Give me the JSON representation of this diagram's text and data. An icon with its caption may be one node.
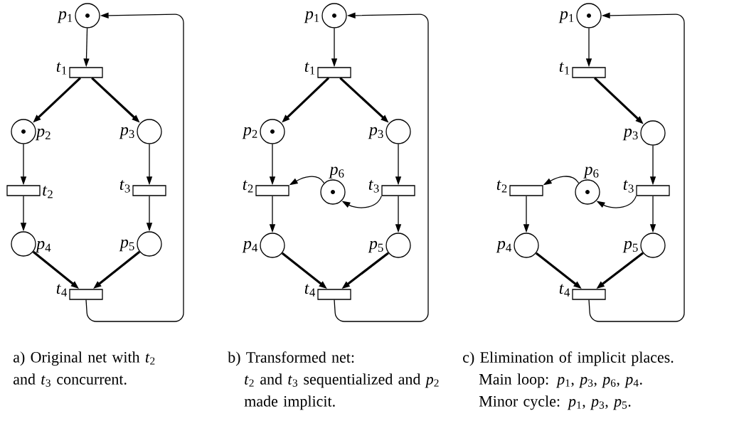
{
  "diagram": {
    "nodes": [
      {
        "text": [
          "*p*$_{1}$"
        ]
      },
      {
        "text": [
          "*t*$_{1}$"
        ]
      },
      {
        "text": [
          "*p*$_{2}$"
        ]
      },
      {
        "text": [
          "*p*$_{3}$"
        ]
      },
      {
        "text": [
          "*t*$_{2}$"
        ]
      },
      {
        "text": [
          "*t*$_{3}$"
        ]
      },
      {
        "text": [
          "*p*$_{4}$"
        ]
      },
      {
        "text": [
          "*p*$_{5}$"
        ]
      },
      {
        "text": [
          "*t*$_{4}$"
        ]
      },
      {
        "text": [
          "*p*$_{1}$"
        ]
      },
      {
        "text": [
          "*t*$_{1}$"
        ]
      },
      {
        "text": [
          "*p*$_{2}$"
        ]
      },
      {
        "text": [
          "*p*$_{3}$"
        ]
      },
      {
        "text": [
          "*t*$_{2}$"
        ]
      },
      {
        "text": [
          "*p*$_{6}$"
        ]
      },
      {
        "text": [
          "*t*$_{3}$"
        ]
      },
      {
        "text": [
          "*p*$_{4}$"
        ]
      },
      {
        "text": [
          "*p*$_{5}$"
        ]
      },
      {
        "text": [
          "*t*$_{4}$"
        ]
      },
      {
        "text": [
          "*p*$_{1}$"
        ]
      },
      {
        "text": [
          "*t*$_{1}$"
        ]
      },
      {
        "text": [
          "*p*$_{3}$"
        ]
      },
      {
        "text": [
          "*t*$_{2}$"
        ]
      },
      {
        "text": [
          "*p*$_{6}$"
        ]
      },
      {
        "text": [
          "*t*$_{3}$"
        ]
      },
      {
        "text": [
          "*p*$_{4}$"
        ]
      },
      {
        "text": [
          "*p*$_{5}$"
        ]
      },
      {
        "text": [
          "*t*$_{4}$"
        ]
      }
    ],
    "edges": [
      {
        "from": 0,
        "to": 1,
        "arrow": "to"
      },
      {
        "from": 1,
        "to": 2,
        "arrow": "to",
        "style": "thick"
      },
      {
        "from": 1,
        "to": 3,
        "arrow": "to",
        "style": "thick"
      },
      {
        "from": 2,
        "to": 4,
        "arrow": "to"
      },
      {
        "from": 3,
        "to": 5,
        "arrow": "to"
      },
      {
        "from": 4,
        "to": 6,
        "arrow": "to"
      },
      {
        "from": 5,
        "to": 7,
        "arrow": "to"
      },
      {
        "from": 6,
        "to": 8,
        "arrow": "to",
        "style": "thick"
      },
      {
        "from": 7,
        "to": 8,
        "arrow": "to",
        "style": "thick"
      },
      {
        "from": 8,
        "to": 0,
        "arrow": "to"
      },
      {
        "from": 9,
        "to": 10,
        "arrow": "to"
      },
      {
        "from": 10,
        "to": 11,
        "arrow": "to",
        "style": "thick"
      },
      {
        "from": 10,
        "to": 12,
        "arrow": "to",
        "style": "thick"
      },
      {
        "from": 11,
        "to": 13,
        "arrow": "to"
      },
      {
        "from": 12,
        "to": 15,
        "arrow": "to"
      },
      {
        "from": 14,
        "to": 13,
        "arrow": "to"
      },
      {
        "from": 15,
        "to": 14,
        "arrow": "to"
      },
      {
        "from": 13,
        "to": 16,
        "arrow": "to"
      },
      {
        "from": 15,
        "to": 17,
        "arrow": "to"
      },
      {
        "from": 16,
        "to": 18,
        "arrow": "to",
        "style": "thick"
      },
      {
        "from": 17,
        "to": 18,
        "arrow": "to",
        "style": "thick"
      },
      {
        "from": 18,
        "to": 9,
        "arrow": "to"
      },
      {
        "from": 19,
        "to": 20,
        "arrow": "to"
      },
      {
        "from": 20,
        "to": 21,
        "arrow": "to",
        "style": "thick"
      },
      {
        "from": 21,
        "to": 24,
        "arrow": "to"
      },
      {
        "from": 23,
        "to": 22,
        "arrow": "to"
      },
      {
        "from": 24,
        "to": 23,
        "arrow": "to"
      },
      {
        "from": 22,
        "to": 25,
        "arrow": "to"
      },
      {
        "from": 24,
        "to": 26,
        "arrow": "to"
      },
      {
        "from": 25,
        "to": 27,
        "arrow": "to",
        "style": "thick"
      },
      {
        "from": 26,
        "to": 27,
        "arrow": "to",
        "style": "thick"
      },
      {
        "from": 27,
        "to": 19,
        "arrow": "to"
      }
    ],
    "labels": [
      "a) Original net with *t*$_{2}$ and *t*$_{3}$ concurrent.",
      "b) Transformed net:",
      "*t*$_{2}$ and *t*$_{3}$ sequentialized and *p*$_{2}$ made implicit.",
      "c) Elimination of implicit places.",
      "Main loop: *p*$_{1}$, *p*$_{3}$, *p*$_{6}$, *p*$_{4}$.",
      "Minor cycle: *p*$_{1}$, *p*$_{3}$, *p*$_{5}$."
    ]
  }
}
